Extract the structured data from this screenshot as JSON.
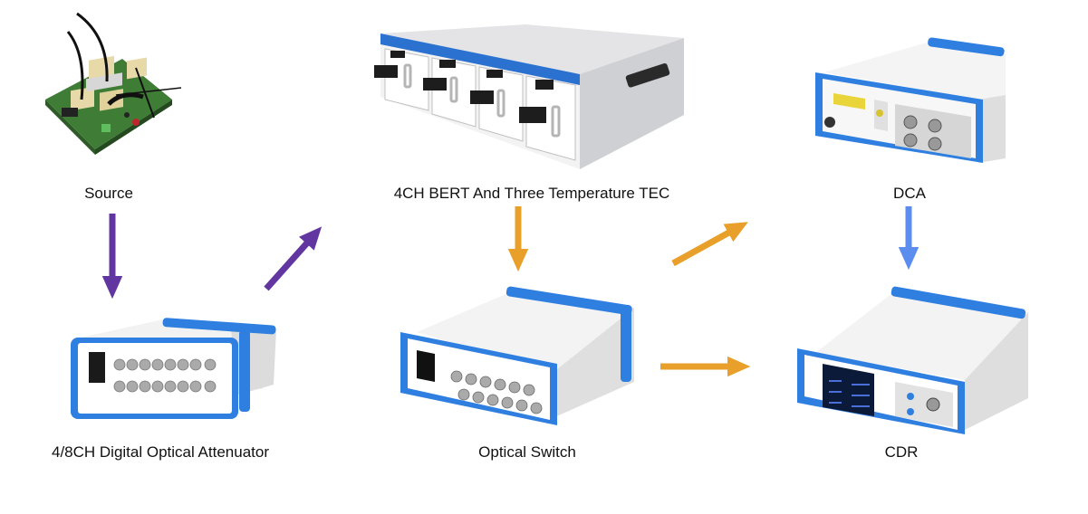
{
  "diagram": {
    "nodes": [
      {
        "id": "source",
        "label": "Source",
        "device": "pcb-board"
      },
      {
        "id": "attenuator",
        "label": "4/8CH Digital Optical Attenuator",
        "device": "benchtop-instrument"
      },
      {
        "id": "bert",
        "label": "4CH BERT And Three Temperature TEC",
        "device": "rack-chassis"
      },
      {
        "id": "switch",
        "label": "Optical Switch",
        "device": "benchtop-instrument"
      },
      {
        "id": "dca",
        "label": "DCA",
        "device": "benchtop-instrument"
      },
      {
        "id": "cdr",
        "label": "CDR",
        "device": "benchtop-instrument"
      }
    ],
    "edges": [
      {
        "from": "source",
        "to": "attenuator",
        "color": "#6236A0"
      },
      {
        "from": "attenuator",
        "to": "bert",
        "color": "#6236A0"
      },
      {
        "from": "bert",
        "to": "switch",
        "color": "#E8A02A"
      },
      {
        "from": "switch",
        "to": "dca",
        "color": "#E8A02A"
      },
      {
        "from": "switch",
        "to": "cdr",
        "color": "#E8A02A"
      },
      {
        "from": "dca",
        "to": "cdr",
        "color": "#5B8DEF"
      }
    ]
  },
  "colors": {
    "purple": "#6236A0",
    "orange": "#E8A02A",
    "blue": "#5B8DEF",
    "bumper_blue": "#2F7FE0"
  }
}
